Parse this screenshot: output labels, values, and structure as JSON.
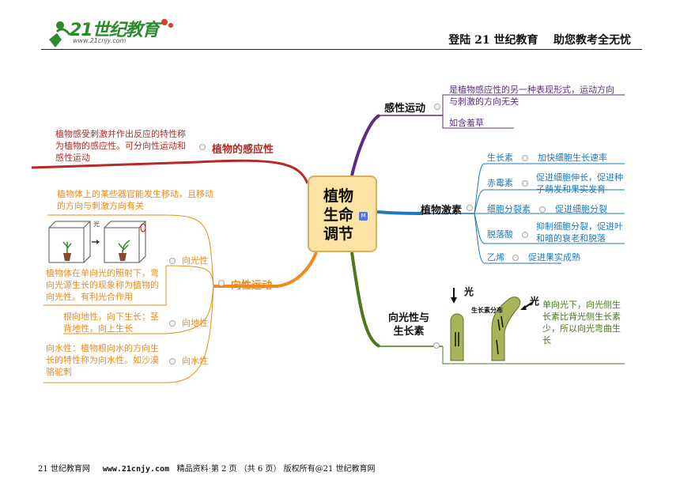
{
  "header": {
    "logo_text": "21世纪教育",
    "logo_url": "www.21cnjy.com",
    "slogan": "登陆 21 世纪教育    助您教考全无忧"
  },
  "center": {
    "title": "植物生命调节",
    "badge": "M"
  },
  "branches": {
    "sensitivity_movement": {
      "label": "感性运动",
      "desc": "是植物感应性的另一种表现形式，运动方向与刺激的方向无关",
      "example": "如含羞草"
    },
    "plant_response": {
      "label": "植物的感应性",
      "desc": "植物感受刺激并作出反应的特性称为植物的感应性。可分向性运动和感性运动"
    },
    "hormones": {
      "label": "植物激素",
      "items": [
        {
          "name": "生长素",
          "effect": "加快细胞生长速率"
        },
        {
          "name": "赤霉素",
          "effect": "促进细胞伸长，促进种子萌发和果实发育"
        },
        {
          "name": "细胞分裂素",
          "effect": "促进细胞分裂"
        },
        {
          "name": "脱落酸",
          "effect": "抑制细胞分裂，促进叶和暗的衰老和脱落"
        },
        {
          "name": "乙烯",
          "effect": "促进果实成熟"
        }
      ]
    },
    "tropism": {
      "label": "向性运动",
      "desc": "植物体上的某些器官能发生移动，且移动的方向与刺激方向有关",
      "items": [
        {
          "name": "向光性",
          "desc": "植物体在单向光的照射下，弯向光源生长的现象称为植物的向光性。有利光合作用"
        },
        {
          "name": "向地性",
          "desc": "根向地性，向下生长；茎背地性，向上生长"
        },
        {
          "name": "向水性",
          "desc": "向水性：植物根向水的方向生长的特性称为向水性。如沙漠骆驼刺"
        }
      ],
      "pic_label_light": "光"
    },
    "phototropism_auxin": {
      "label": "向光性与生长素",
      "desc": "单向光下，向光侧生长素比背光侧生长素少，所以向光弯曲生长",
      "pic_light": "光",
      "pic_light2": "光",
      "pic_label": "生长素分布"
    }
  },
  "footer": {
    "site": "21 世纪教育网",
    "url": "www.21cnjy.com",
    "rest": "精品资料·第 2 页 （共 6 页） 版权所有@21 世纪教育网"
  },
  "colors": {
    "purple": "#5a2d82",
    "red": "#b52a25",
    "blue": "#1f79b8",
    "orange": "#ef8a1b",
    "green": "#4a7a1e"
  }
}
